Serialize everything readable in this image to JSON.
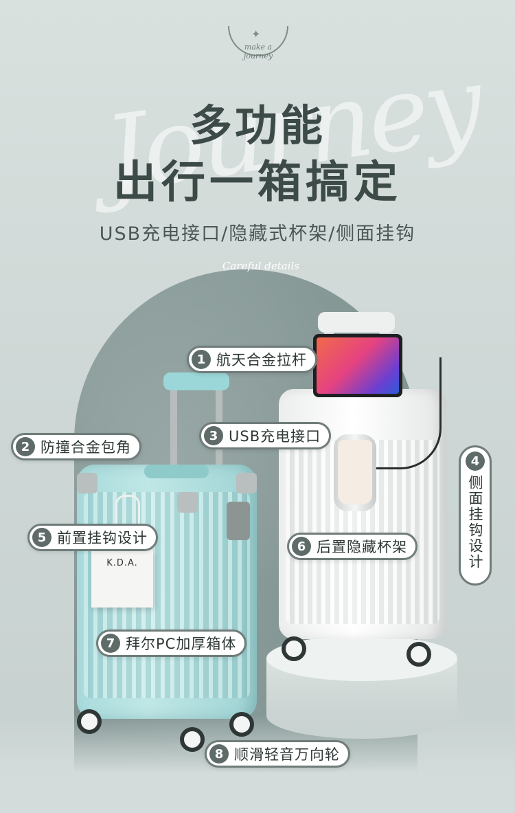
{
  "logo": {
    "text": "make a journey"
  },
  "watermark": "Journey",
  "headline": {
    "line1": "多功能",
    "line2": "出行一箱搞定"
  },
  "subline": "USB充电接口/隐藏式杯架/侧面挂钩",
  "caption": "Careful details",
  "bag_label": "K.D.A.",
  "colors": {
    "headline": "#3c4a48",
    "callout_border": "#6f7c7a",
    "callout_badge": "#5e6b69",
    "blue_case": "#a9dbdc",
    "white_case": "#eceeed",
    "arch": "#8a9c9a"
  },
  "callouts": [
    {
      "num": "1",
      "label": "航天合金拉杆"
    },
    {
      "num": "2",
      "label": "防撞合金包角"
    },
    {
      "num": "3",
      "label": "USB充电接口"
    },
    {
      "num": "4",
      "label": "侧面挂钩设计"
    },
    {
      "num": "5",
      "label": "前置挂钩设计"
    },
    {
      "num": "6",
      "label": "后置隐藏杯架"
    },
    {
      "num": "7",
      "label": "拜尔PC加厚箱体"
    },
    {
      "num": "8",
      "label": "顺滑轻音万向轮"
    }
  ]
}
